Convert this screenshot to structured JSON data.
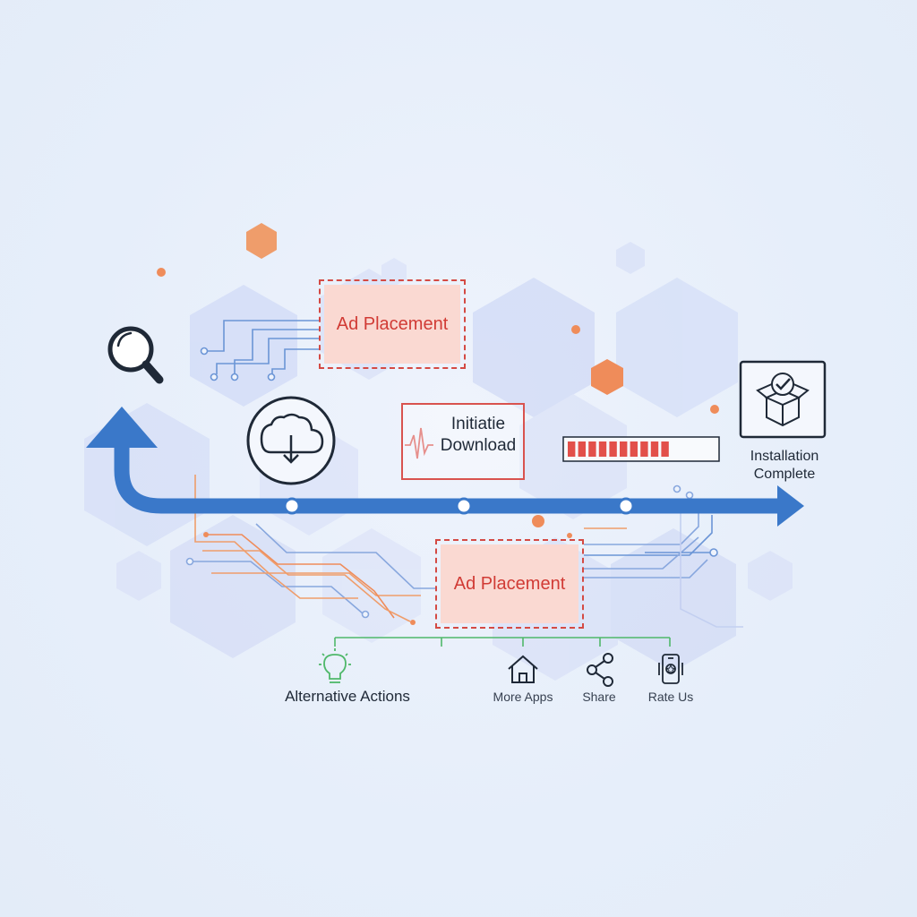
{
  "ad_top": {
    "label": "Ad Placement"
  },
  "ad_bottom": {
    "label": "Ad Placement"
  },
  "initiate": {
    "label": "Initiatie\nDownload"
  },
  "install": {
    "label": "Installation\nComplete"
  },
  "progress": {
    "filled_segments": 10
  },
  "alternatives": {
    "label": "Alternative Actions"
  },
  "actions": [
    {
      "label": "More Apps",
      "icon": "home-icon"
    },
    {
      "label": "Share",
      "icon": "share-icon"
    },
    {
      "label": "Rate Us",
      "icon": "phone-star-icon"
    }
  ],
  "colors": {
    "flow_arrow": "#3a78c9",
    "ad_fill": "#fad9d2",
    "ad_border": "#d44a44",
    "accent_orange": "#ef8c5a",
    "progress_fill": "#e2504a",
    "green_line": "#4fb86a"
  }
}
